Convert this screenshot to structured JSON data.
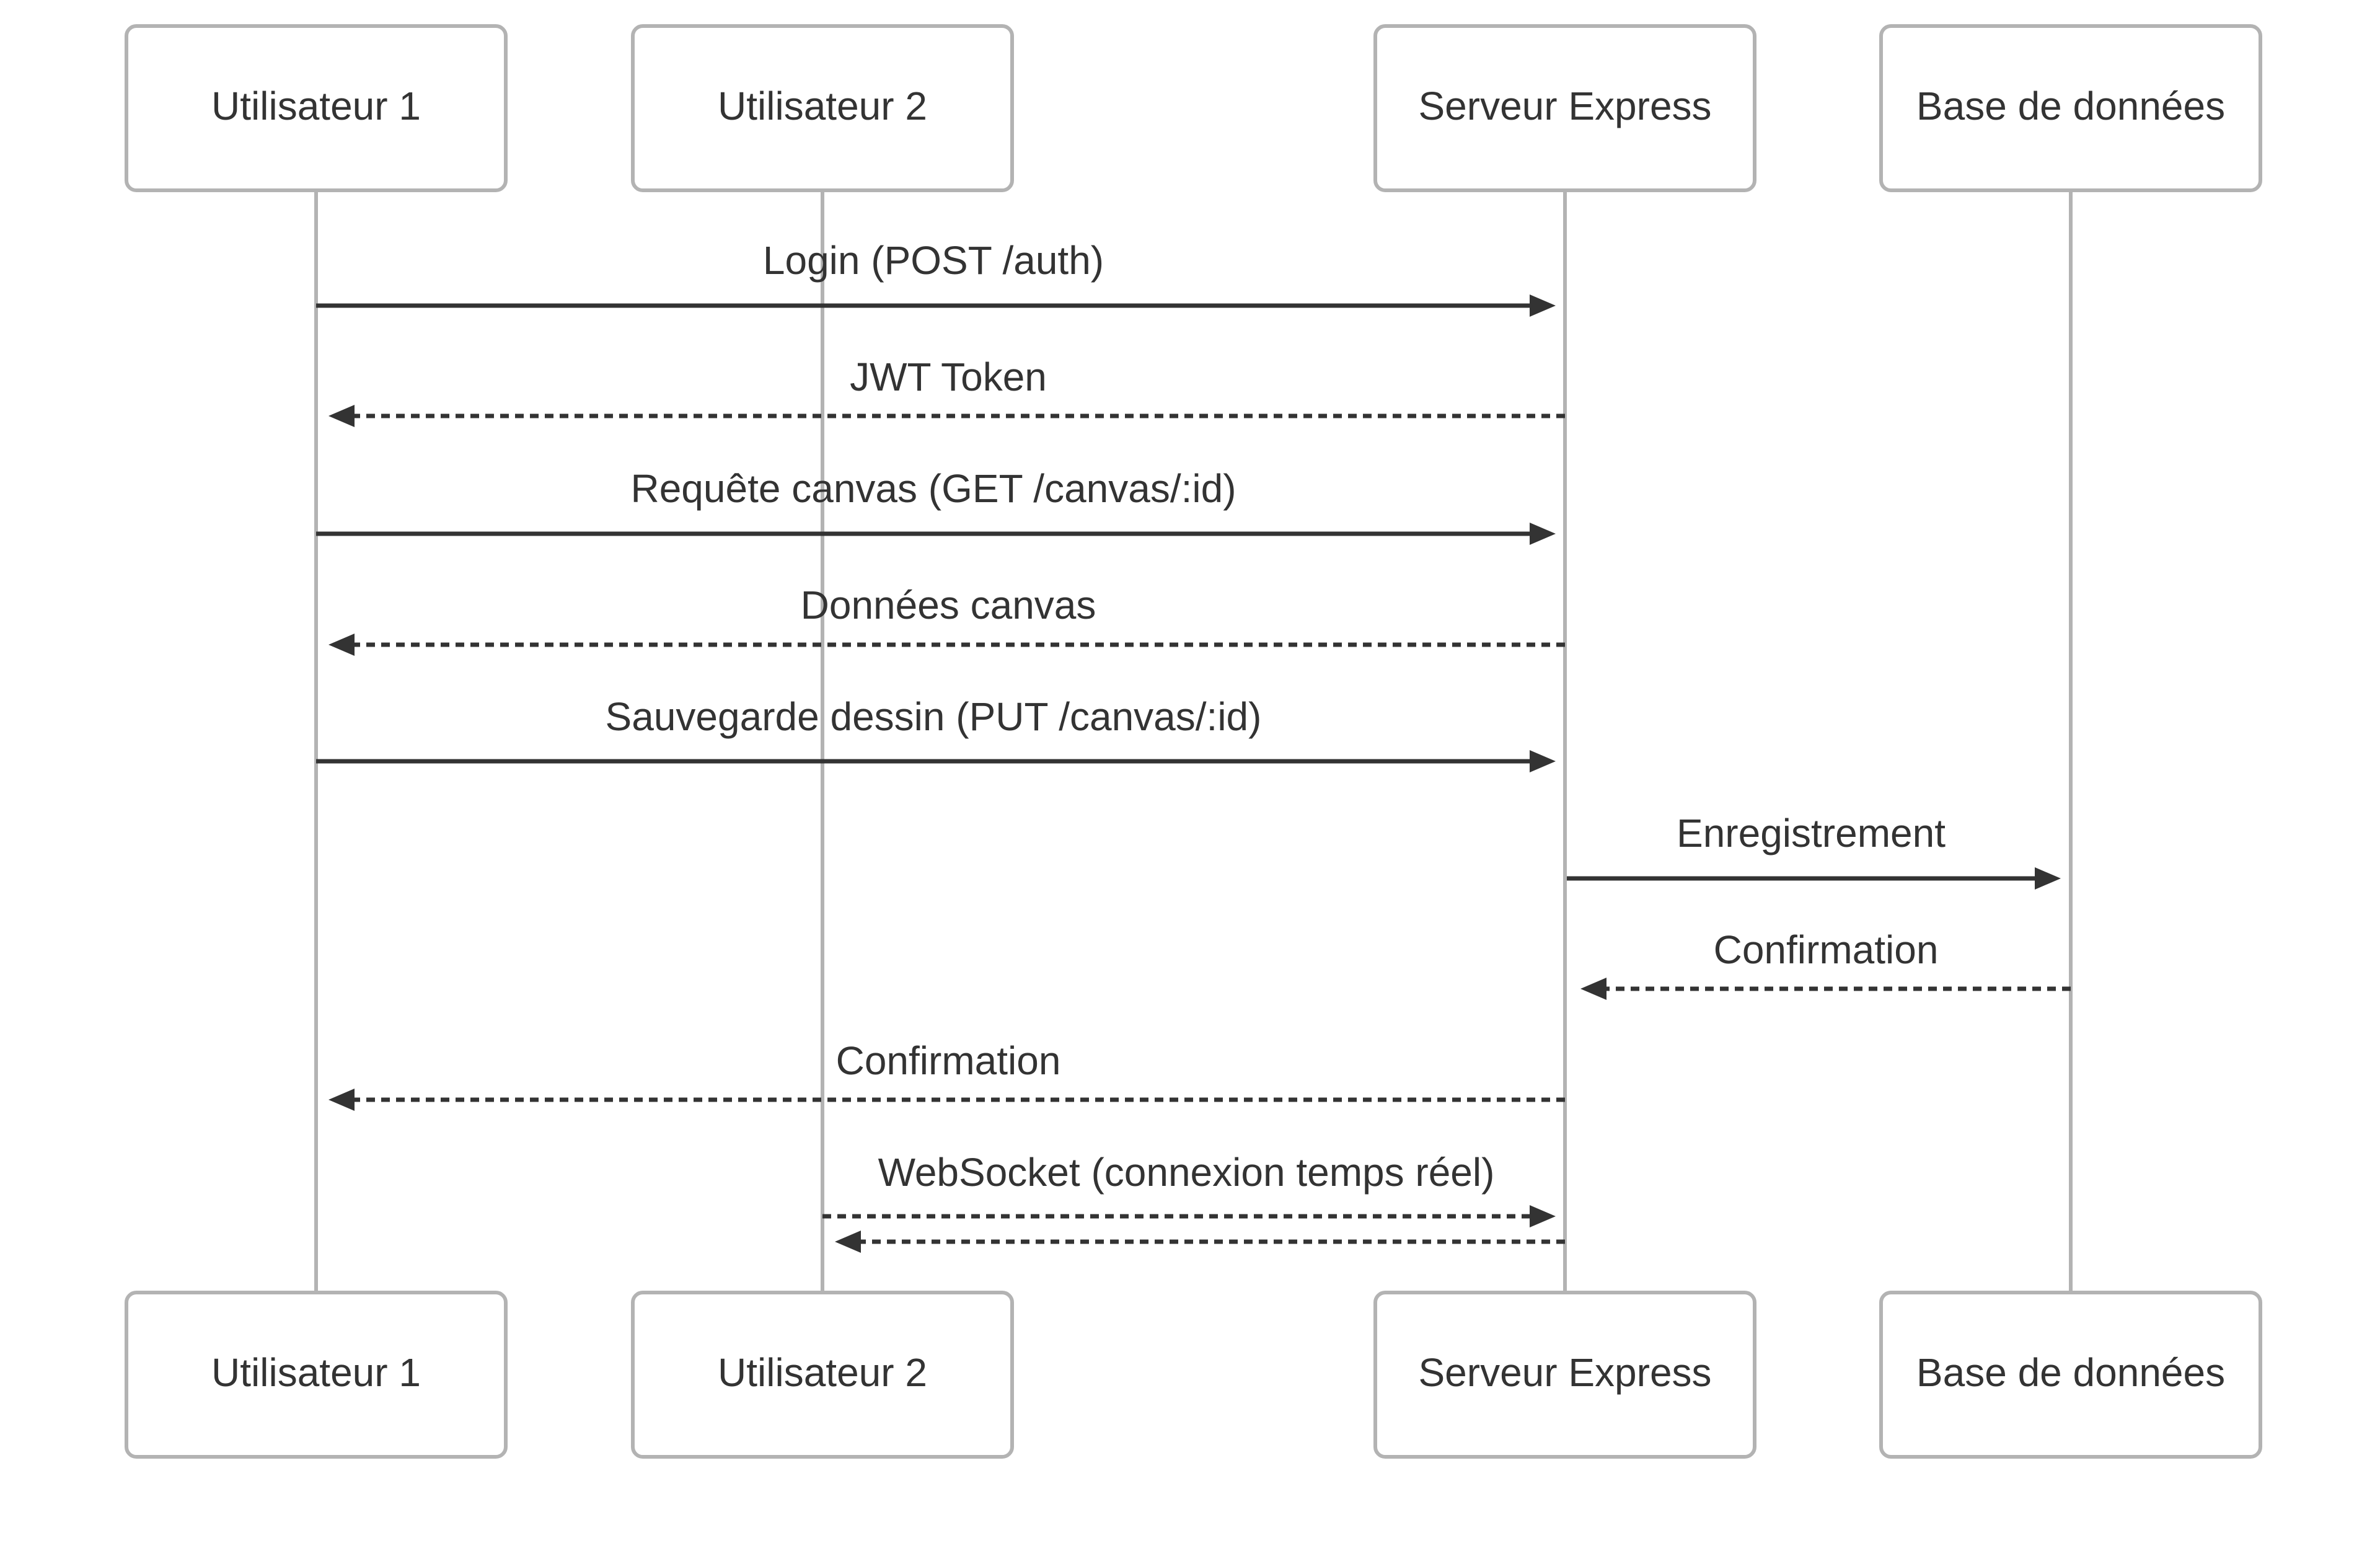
{
  "participants": [
    {
      "id": "u1",
      "label": "Utilisateur 1"
    },
    {
      "id": "u2",
      "label": "Utilisateur 2"
    },
    {
      "id": "srv",
      "label": "Serveur Express"
    },
    {
      "id": "db",
      "label": "Base de données"
    }
  ],
  "messages": [
    {
      "from": "u1",
      "to": "srv",
      "label": "Login (POST /auth)",
      "style": "solid"
    },
    {
      "from": "srv",
      "to": "u1",
      "label": "JWT Token",
      "style": "dotted"
    },
    {
      "from": "u1",
      "to": "srv",
      "label": "Requête canvas (GET /canvas/:id)",
      "style": "solid"
    },
    {
      "from": "srv",
      "to": "u1",
      "label": "Données canvas",
      "style": "dotted"
    },
    {
      "from": "u1",
      "to": "srv",
      "label": "Sauvegarde dessin (PUT /canvas/:id)",
      "style": "solid"
    },
    {
      "from": "srv",
      "to": "db",
      "label": "Enregistrement",
      "style": "solid"
    },
    {
      "from": "db",
      "to": "srv",
      "label": "Confirmation",
      "style": "dotted"
    },
    {
      "from": "srv",
      "to": "u1",
      "label": "Confirmation",
      "style": "dotted"
    },
    {
      "from": "u2",
      "to": "srv",
      "label": "WebSocket (connexion temps réel)",
      "style": "dotted",
      "bidirectional": true
    }
  ],
  "colors": {
    "line": "#333333",
    "lifeline": "#b3b3b3",
    "box_border": "#b3b3b3",
    "text": "#333333"
  }
}
